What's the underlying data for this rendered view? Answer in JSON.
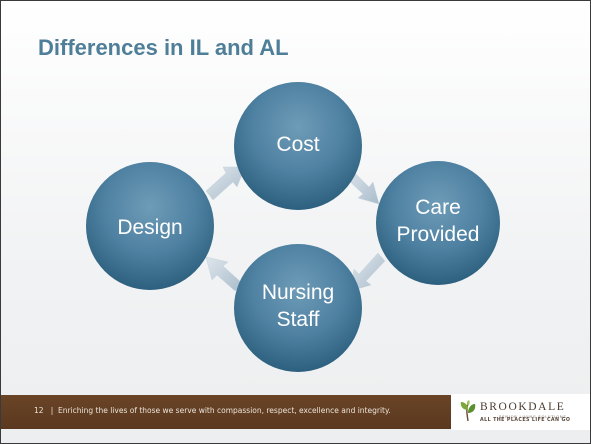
{
  "slide": {
    "title": "Differences in IL and AL"
  },
  "diagram": {
    "nodes": [
      {
        "id": "cost",
        "label_lines": [
          "Cost"
        ]
      },
      {
        "id": "care-provided",
        "label_lines": [
          "Care",
          "Provided"
        ]
      },
      {
        "id": "nursing-staff",
        "label_lines": [
          "Nursing",
          "Staff"
        ]
      },
      {
        "id": "design",
        "label_lines": [
          "Design"
        ]
      }
    ],
    "flow": [
      "Cost",
      "Care Provided",
      "Nursing Staff",
      "Design"
    ]
  },
  "footer": {
    "page_number": "12",
    "separator": "|",
    "tagline": "Enriching the lives of those we serve with compassion, respect, excellence and integrity."
  },
  "logo": {
    "brand": "BROOKDALE",
    "subtitle": "SENIOR LIVING SOLUTIONS",
    "tagline": "ALL THE PLACES LIFE CAN GO"
  },
  "colors": {
    "title": "#4f7e99",
    "circle_light": "#6e9cb7",
    "circle_dark": "#2d5f7e",
    "footer_bar": "#5f3b21"
  }
}
